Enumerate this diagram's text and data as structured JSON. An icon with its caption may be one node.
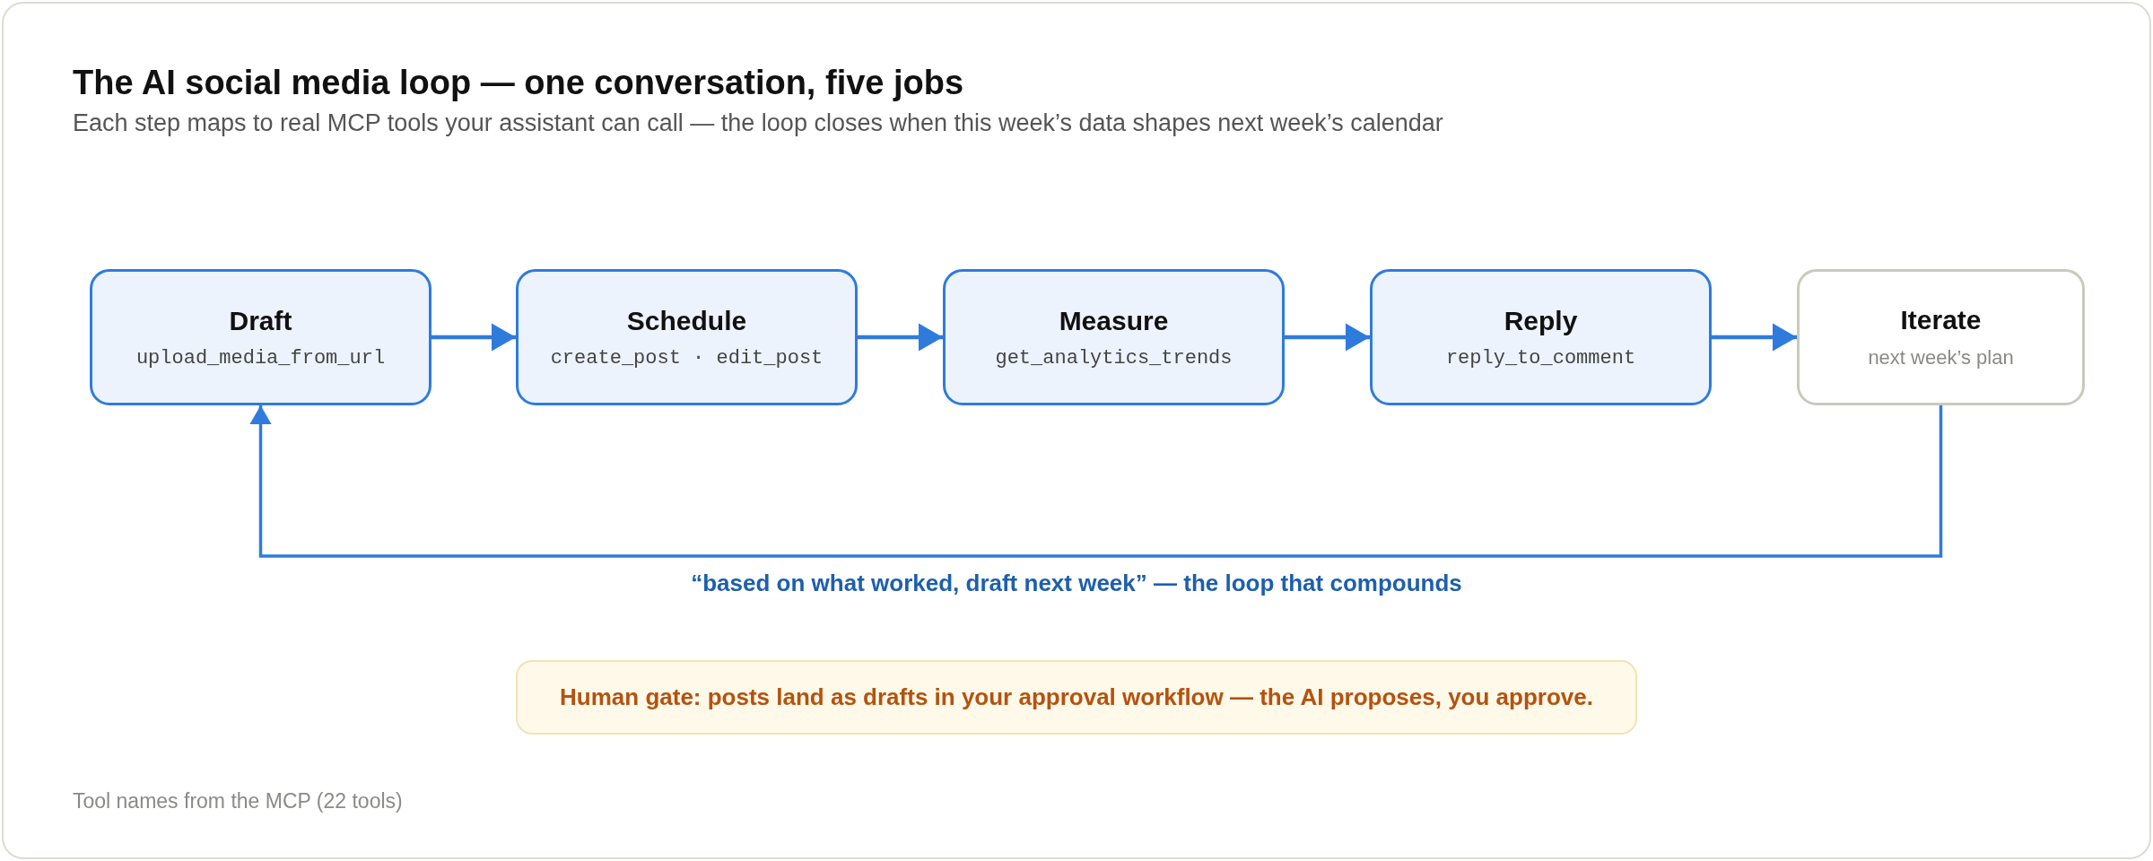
{
  "diagram": {
    "title": "The AI social media loop — one conversation, five jobs",
    "nodes": [
      {
        "text": [
          "Draft",
          "upload_media_from_url"
        ]
      },
      {
        "text": [
          "Schedule",
          "create_post · edit_post"
        ]
      },
      {
        "text": [
          "Measure",
          "get_analytics_trends"
        ]
      },
      {
        "text": [
          "Reply",
          "reply_to_comment"
        ]
      },
      {
        "text": [
          "Iterate",
          "next week’s plan"
        ]
      },
      {
        "text": [
          "Human gate: posts land as drafts in your approval workflow — the AI proposes, you approve."
        ]
      }
    ],
    "edges": [
      {
        "from": 0,
        "to": 1,
        "arrow": "to"
      },
      {
        "from": 1,
        "to": 2,
        "arrow": "to"
      },
      {
        "from": 2,
        "to": 3,
        "arrow": "to"
      },
      {
        "from": 3,
        "to": 4,
        "arrow": "to"
      },
      {
        "from": 4,
        "to": 0,
        "arrow": "to",
        "label": "“based on what worked, draft next week” — the loop that compounds"
      }
    ],
    "labels": [
      "Each step maps to real MCP tools your assistant can call — the loop closes when this week’s data shapes next week’s calendar",
      "Tool names from the MCP (22 tools)"
    ]
  }
}
